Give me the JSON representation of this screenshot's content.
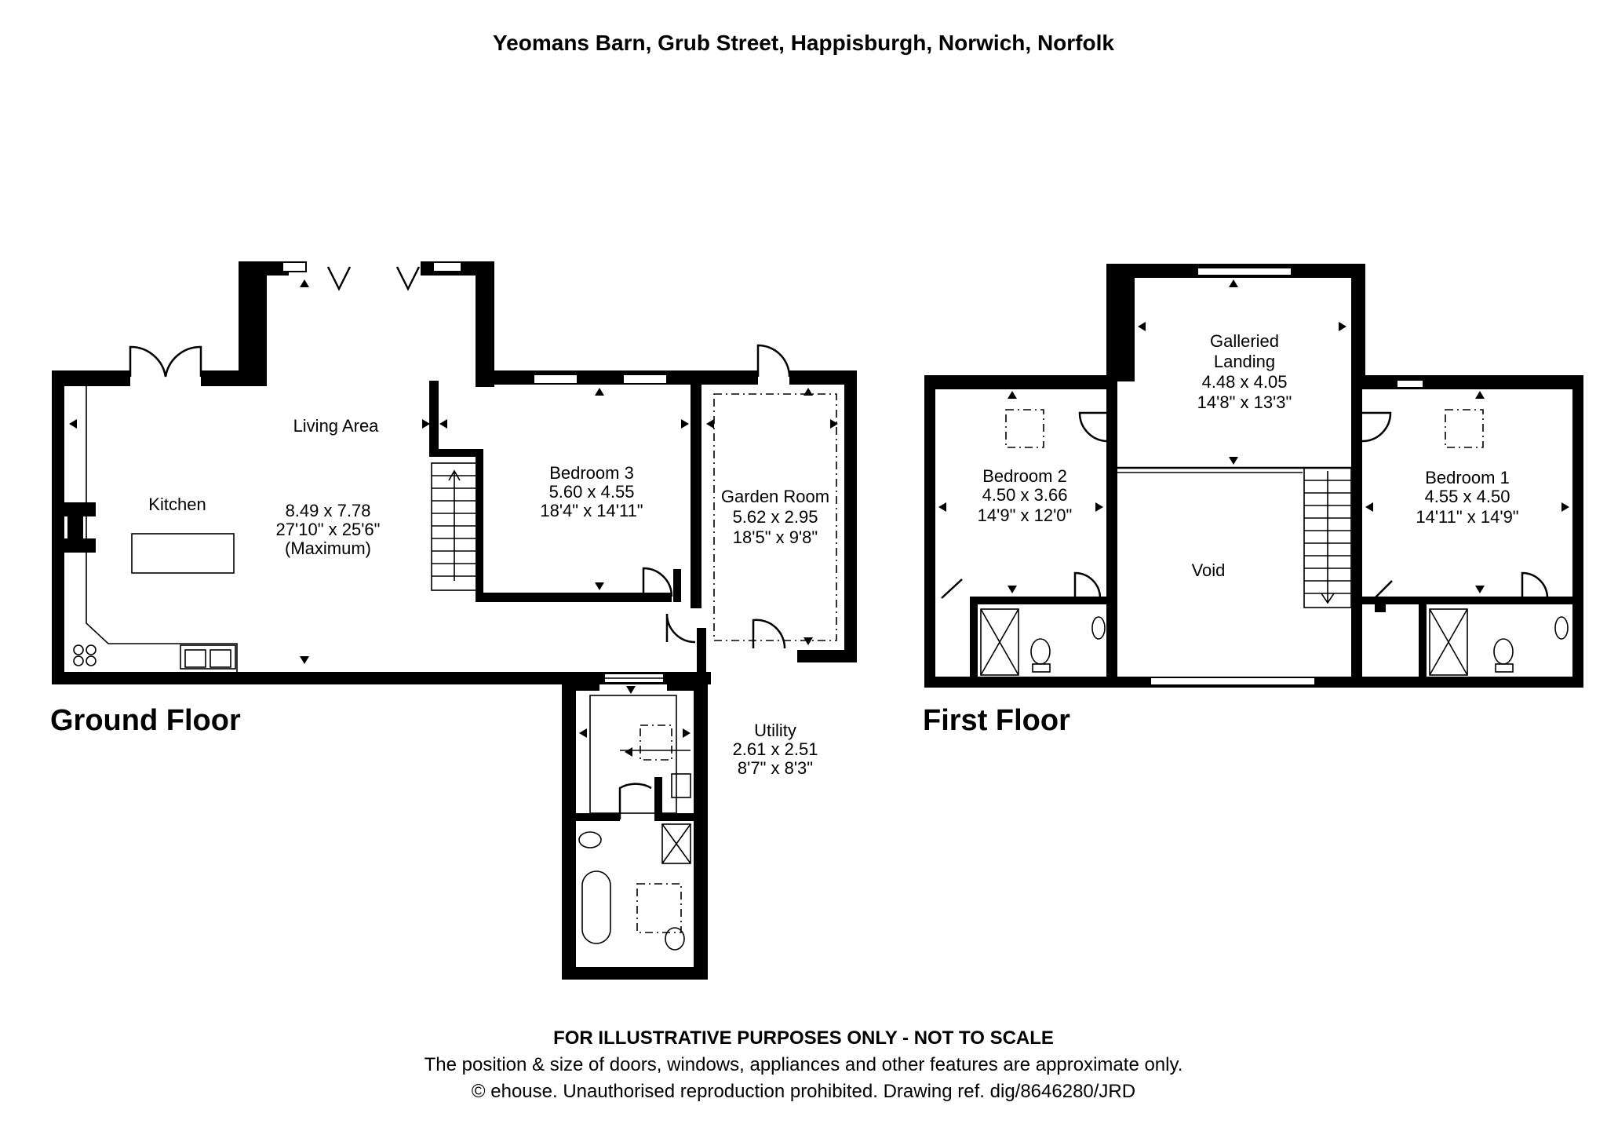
{
  "title": "Yeomans Barn, Grub Street, Happisburgh, Norwich, Norfolk",
  "floors": {
    "ground": {
      "label": "Ground Floor",
      "rooms": {
        "living": {
          "name": "Living Area",
          "dims_m": "8.49 x 7.78",
          "dims_ft": "27'10\" x 25'6\"",
          "note": "(Maximum)"
        },
        "kitchen": {
          "name": "Kitchen"
        },
        "bedroom3": {
          "name": "Bedroom 3",
          "dims_m": "5.60 x 4.55",
          "dims_ft": "18'4\" x 14'11\""
        },
        "garden_room": {
          "name": "Garden Room",
          "dims_m": "5.62 x 2.95",
          "dims_ft": "18'5\" x 9'8\""
        },
        "utility": {
          "name": "Utility",
          "dims_m": "2.61 x 2.51",
          "dims_ft": "8'7\" x 8'3\""
        }
      }
    },
    "first": {
      "label": "First Floor",
      "rooms": {
        "landing": {
          "name_line1": "Galleried",
          "name_line2": "Landing",
          "dims_m": "4.48 x 4.05",
          "dims_ft": "14'8\" x 13'3\""
        },
        "bedroom2": {
          "name": "Bedroom 2",
          "dims_m": "4.50 x 3.66",
          "dims_ft": "14'9\" x 12'0\""
        },
        "bedroom1": {
          "name": "Bedroom 1",
          "dims_m": "4.55 x 4.50",
          "dims_ft": "14'11\" x 14'9\""
        },
        "void": {
          "name": "Void"
        }
      }
    }
  },
  "disclaimer": {
    "line1": "FOR ILLUSTRATIVE PURPOSES ONLY - NOT TO SCALE",
    "line2": "The position & size of doors, windows, appliances and other features are approximate only.",
    "line3": "© ehouse. Unauthorised reproduction prohibited. Drawing ref. dig/8646280/JRD"
  }
}
